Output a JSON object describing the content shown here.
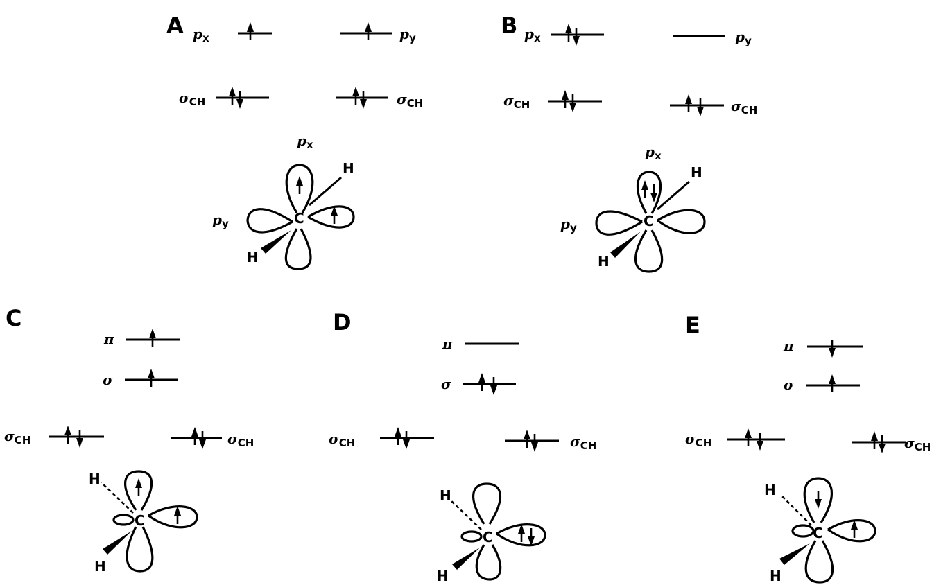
{
  "panels": {
    "A": {
      "label": "A",
      "px": "p",
      "px_sub": "x",
      "py": "p",
      "py_sub": "y",
      "sigma": "σ",
      "sigma_sub": "CH",
      "p_x_top": "p",
      "p_x_top_sub": "x",
      "p_y_side": "p",
      "p_y_side_sub": "y",
      "H1": "H",
      "H2": "H",
      "C": "C"
    },
    "B": {
      "label": "B",
      "px": "p",
      "px_sub": "x",
      "py": "p",
      "py_sub": "y",
      "sigma": "σ",
      "sigma_sub": "CH",
      "p_x_top": "p",
      "p_x_top_sub": "x",
      "p_y_side": "p",
      "p_y_side_sub": "y",
      "H1": "H",
      "H2": "H",
      "C": "C"
    },
    "C": {
      "label": "C",
      "pi": "π",
      "sig": "σ",
      "sigma": "σ",
      "sigma_sub": "CH",
      "H1": "H",
      "H2": "H",
      "C": "C"
    },
    "D": {
      "label": "D",
      "pi": "π",
      "sig": "σ",
      "sigma": "σ",
      "sigma_sub": "CH",
      "H1": "H",
      "H2": "H",
      "C": "C"
    },
    "E": {
      "label": "E",
      "pi": "π",
      "sig": "σ",
      "sigma": "σ",
      "sigma_sub": "CH",
      "H1": "H",
      "H2": "H",
      "C": "C"
    }
  }
}
